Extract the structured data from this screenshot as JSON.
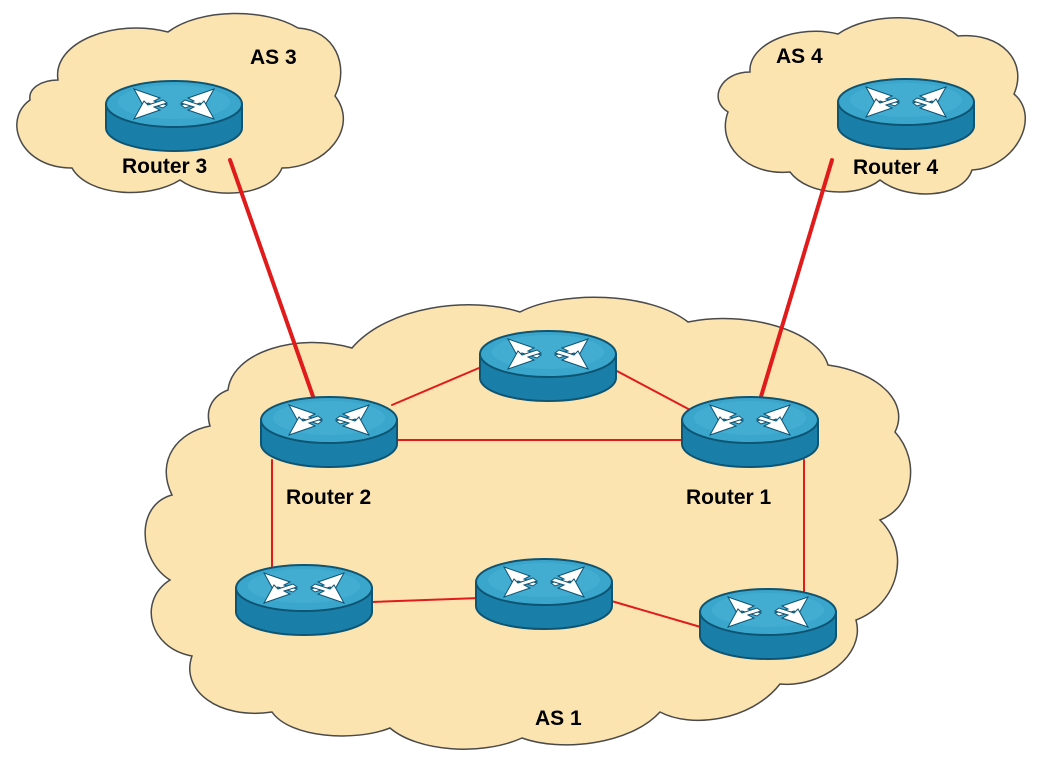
{
  "colors": {
    "cloud_fill": "#FBE4B0",
    "cloud_stroke": "#4A4A4A",
    "link_color": "#E01B1B",
    "router_body": "#1A7FA8",
    "router_top": "#3AA6CC",
    "router_dark": "#0E5473",
    "arrow_color": "#FFFFFF"
  },
  "clouds": [
    {
      "id": "as3",
      "label": "AS 3"
    },
    {
      "id": "as4",
      "label": "AS 4"
    },
    {
      "id": "as1",
      "label": "AS 1"
    }
  ],
  "routers": [
    {
      "id": "r3",
      "label": "Router 3"
    },
    {
      "id": "r4",
      "label": "Router 4"
    },
    {
      "id": "r2",
      "label": "Router 2"
    },
    {
      "id": "r1",
      "label": "Router 1"
    },
    {
      "id": "rtop",
      "label": ""
    },
    {
      "id": "rbl",
      "label": ""
    },
    {
      "id": "rbm",
      "label": ""
    },
    {
      "id": "rbr",
      "label": ""
    }
  ],
  "links": [
    {
      "from": "r3",
      "to": "r2",
      "type": "external"
    },
    {
      "from": "r4",
      "to": "r1",
      "type": "external"
    },
    {
      "from": "r2",
      "to": "rtop",
      "type": "internal"
    },
    {
      "from": "rtop",
      "to": "r1",
      "type": "internal"
    },
    {
      "from": "r2",
      "to": "r1",
      "type": "internal"
    },
    {
      "from": "r2",
      "to": "rbl",
      "type": "internal"
    },
    {
      "from": "rbl",
      "to": "rbm",
      "type": "internal"
    },
    {
      "from": "rbm",
      "to": "rbr",
      "type": "internal"
    },
    {
      "from": "rbr",
      "to": "r1",
      "type": "internal"
    }
  ]
}
